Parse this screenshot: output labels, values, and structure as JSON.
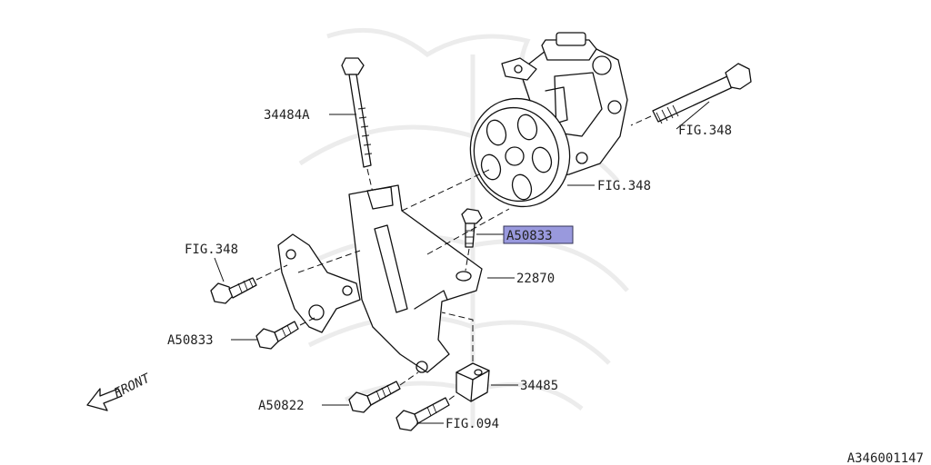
{
  "diagram": {
    "labels": {
      "part_34484A": "34484A",
      "fig348_pump_bolt": "FIG.348",
      "fig348_pump": "FIG.348",
      "part_A50833_highlight": "A50833",
      "fig348_bracket": "FIG.348",
      "part_22870": "22870",
      "part_A50833": "A50833",
      "part_34485": "34485",
      "part_A50822": "A50822",
      "fig094": "FIG.094",
      "front": "FRONT"
    },
    "reference_code": "A346001147",
    "highlight_color": "#9999dd"
  }
}
